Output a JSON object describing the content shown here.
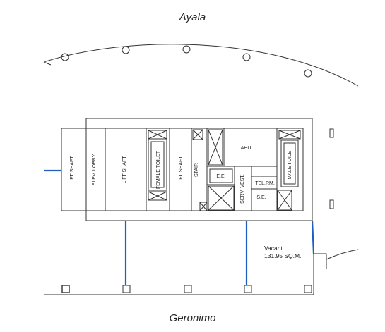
{
  "streets": {
    "north": "Ayala",
    "south": "Geronimo"
  },
  "rooms": {
    "lift_shaft_1": "LIFT SHAFT",
    "elev_lobby": "ELEV. LOBBY",
    "lift_shaft_2": "LIFT SHAFT",
    "female_toilet": "FEMALE TOILET",
    "lift_shaft_3": "LIFT SHAFT",
    "stair": "STAIR",
    "ahu": "AHU",
    "ee": "E.E.",
    "serv_vest": "SERV. VEST.",
    "tel_rm": "TEL.RM.",
    "se": "S.E.",
    "male_toilet": "MALE TOILET"
  },
  "vacant": {
    "label": "Vacant",
    "area": "131.95 SQ.M."
  },
  "colors": {
    "line": "#333333",
    "utility": "#1f5fbf"
  }
}
